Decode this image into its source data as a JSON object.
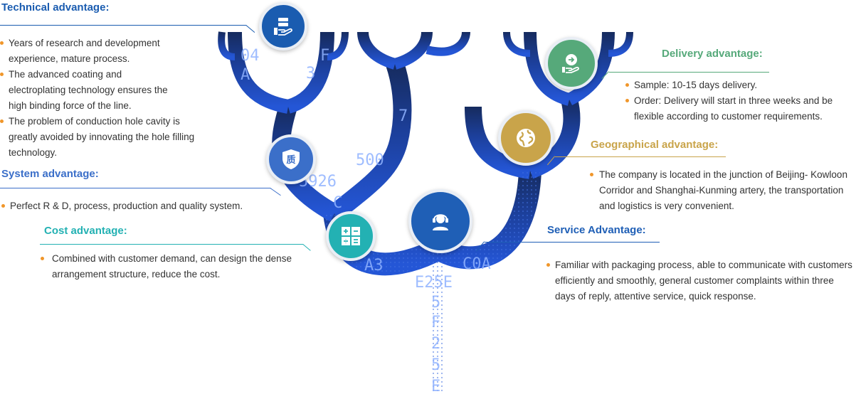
{
  "colors": {
    "tree_dark": "#152a5c",
    "tree_blue": "#1f4fbf",
    "technical": "#1a5cb0",
    "system": "#3b6fc9",
    "cost": "#23b1b3",
    "service": "#1f5fb6",
    "delivery": "#56a97a",
    "geographical": "#c9a44a",
    "bullet": "#f0962a"
  },
  "technical": {
    "title": "Technical advantage:",
    "icon": "server-hand-icon",
    "items": [
      "Years of research and development experience, mature process.",
      "The advanced coating and electroplating technology ensures the high binding force of the line.",
      "The problem of conduction hole cavity is greatly avoided by innovating the hole filling technology."
    ]
  },
  "system": {
    "title": "System advantage:",
    "icon": "quality-shield-icon",
    "icon_text": "质",
    "items": [
      "Perfect R & D, process, production and quality system."
    ]
  },
  "cost": {
    "title": "Cost advantage:",
    "icon": "calculator-icon",
    "items": [
      "Combined with customer demand, can design the dense arrangement structure, reduce the cost."
    ]
  },
  "service": {
    "title": "Service Advantage:",
    "icon": "headset-icon",
    "items": [
      "Familiar with packaging process, able to communicate with customers efficiently and smoothly, general customer complaints within three days of reply, attentive service, quick response."
    ]
  },
  "delivery": {
    "title": "Delivery advantage:",
    "icon": "delivery-hand-icon",
    "items": [
      "Sample: 10-15 days delivery.",
      "Order: Delivery will start in three weeks and be flexible according to customer requirements."
    ]
  },
  "geographical": {
    "title": "Geographical advantage:",
    "icon": "globe-icon",
    "items": [
      "The company is located in the junction of Beijing- Kowloon Corridor and Shanghai-Kunming artery, the transportation and logistics is very convenient."
    ]
  },
  "tree_digits": [
    "04",
    "A",
    "F",
    "3",
    "5926",
    "500",
    "C",
    "C0A",
    "E25E",
    "5",
    "F",
    "2",
    "5",
    "E",
    "A3",
    "7"
  ]
}
